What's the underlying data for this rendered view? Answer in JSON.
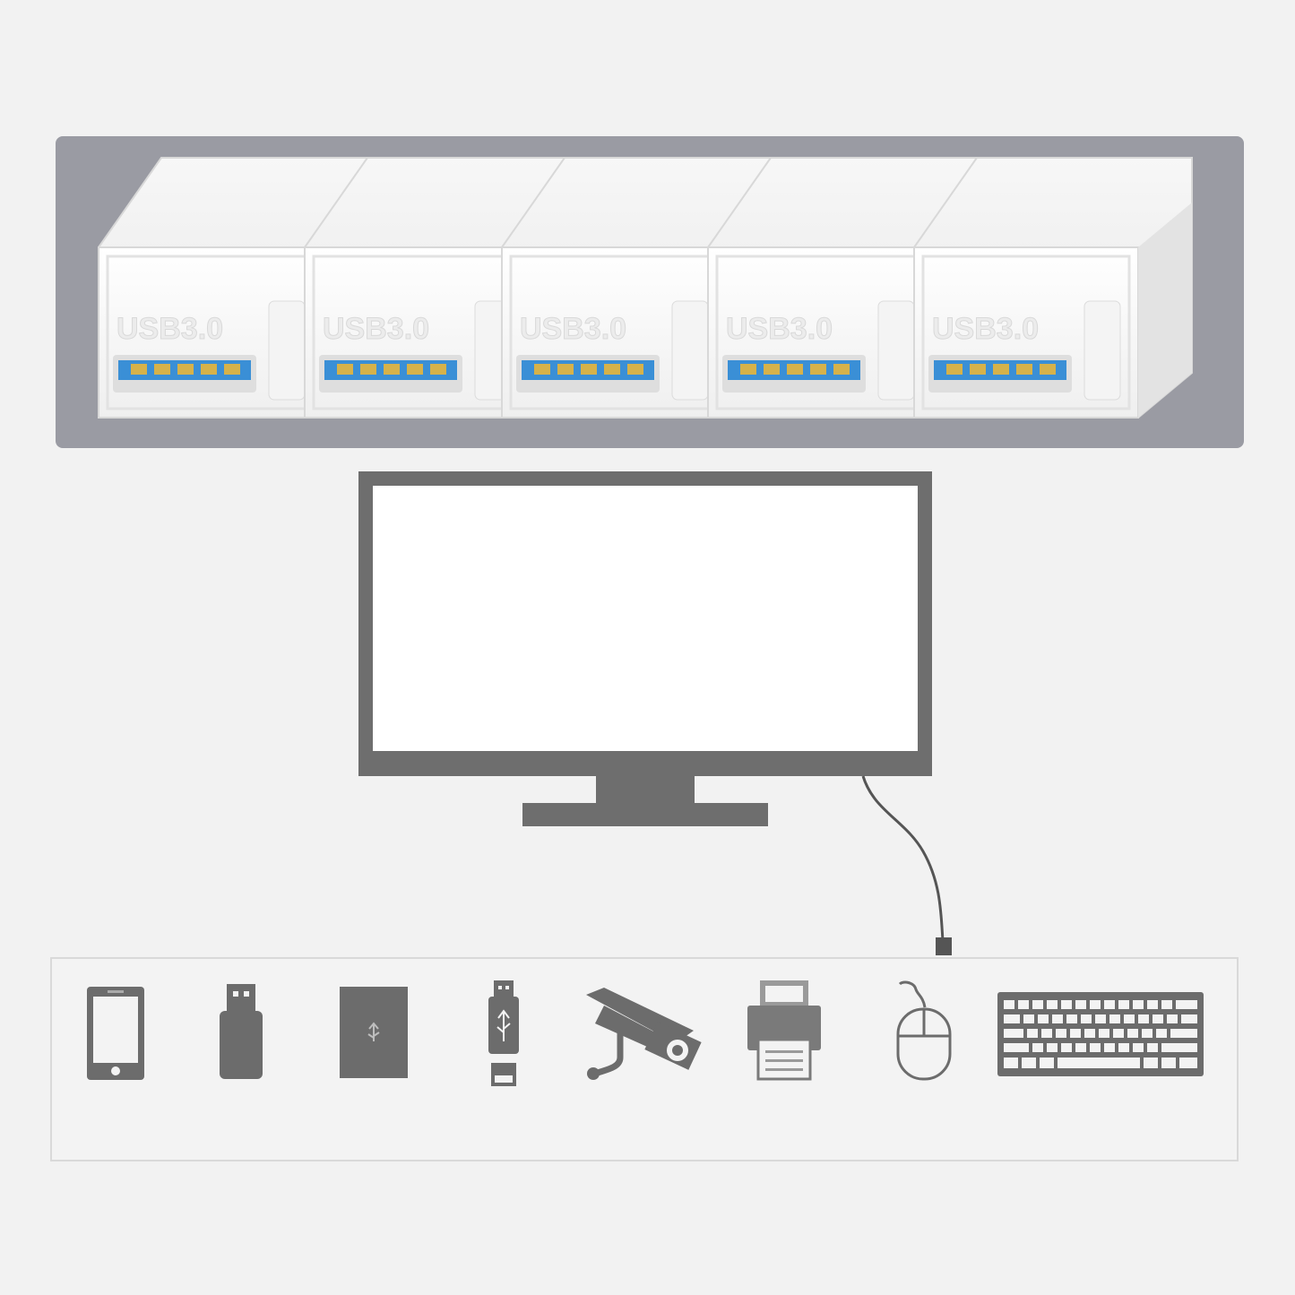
{
  "banner": {
    "connector_label": "USB3.0",
    "connector_count": 5,
    "background_color": "#9a9ba3",
    "connector_color": "#ffffff",
    "port_color": "#3a8fd6",
    "pin_color": "#d6b24a"
  },
  "monitor": {
    "frame_color": "#6e6e6e",
    "screen_color": "#ffffff"
  },
  "devices": [
    {
      "name": "smartphone",
      "icon": "smartphone-icon"
    },
    {
      "name": "usb-flash-drive",
      "icon": "usb-stick-icon"
    },
    {
      "name": "external-hard-drive",
      "icon": "hard-drive-icon"
    },
    {
      "name": "usb-card-reader",
      "icon": "card-reader-icon"
    },
    {
      "name": "security-camera",
      "icon": "camera-icon"
    },
    {
      "name": "printer",
      "icon": "printer-icon"
    },
    {
      "name": "mouse",
      "icon": "mouse-icon"
    },
    {
      "name": "keyboard",
      "icon": "keyboard-icon"
    }
  ]
}
